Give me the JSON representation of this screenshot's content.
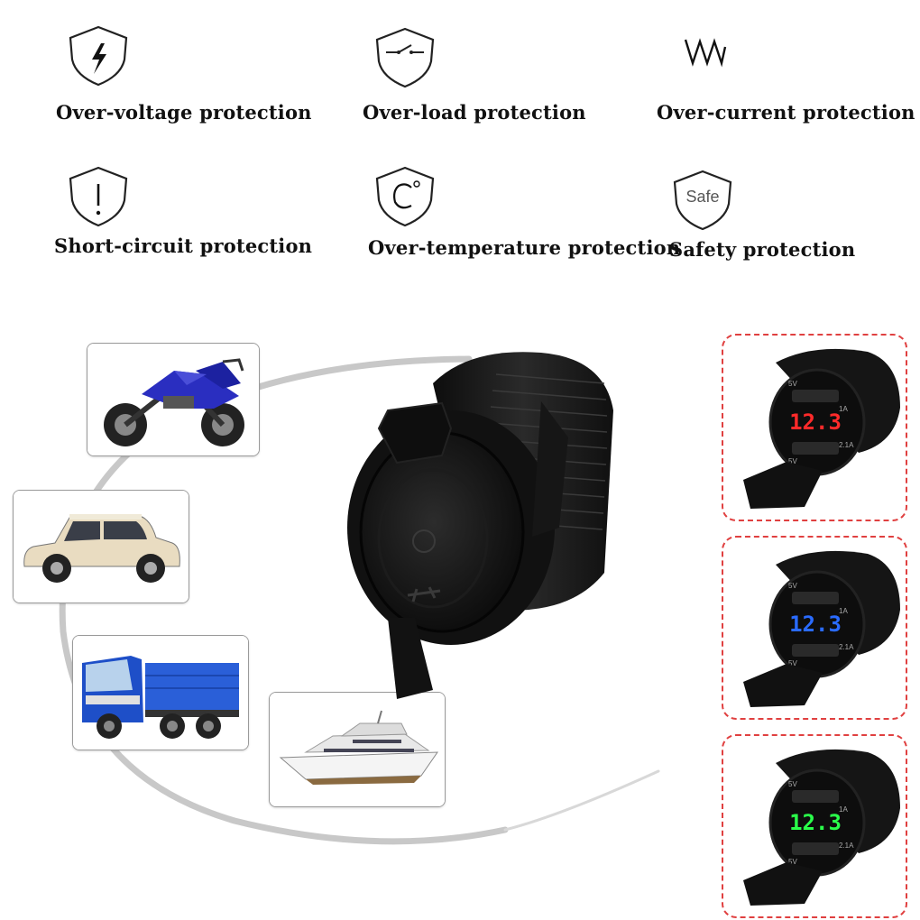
{
  "features": [
    {
      "icon": "lightning-shield-icon",
      "label": "Over-voltage protection"
    },
    {
      "icon": "switch-shield-icon",
      "label": "Over-load protection"
    },
    {
      "icon": "zigzag-current-icon",
      "label": "Over-current protection"
    },
    {
      "icon": "exclamation-shield-icon",
      "label": "Short-circuit protection"
    },
    {
      "icon": "celsius-shield-icon",
      "label": "Over-temperature protection"
    },
    {
      "icon": "safe-shield-icon",
      "label": "Safety protection",
      "icon_text": "Safe"
    }
  ],
  "vehicles": [
    "motorcycle",
    "car",
    "truck",
    "yacht"
  ],
  "product": {
    "icon": "socket-cover-icon"
  },
  "variants": [
    {
      "color": "red",
      "display_value": "12.3",
      "display_color": "#ff2a2a",
      "port_labels": [
        "5V",
        "1A",
        "5V",
        "2.1A"
      ]
    },
    {
      "color": "blue",
      "display_value": "12.3",
      "display_color": "#2a6bff",
      "port_labels": [
        "5V",
        "1A",
        "5V",
        "2.1A"
      ]
    },
    {
      "color": "green",
      "display_value": "12.3",
      "display_color": "#2aff4a",
      "port_labels": [
        "5V",
        "1A",
        "5V",
        "2.1A"
      ]
    }
  ]
}
